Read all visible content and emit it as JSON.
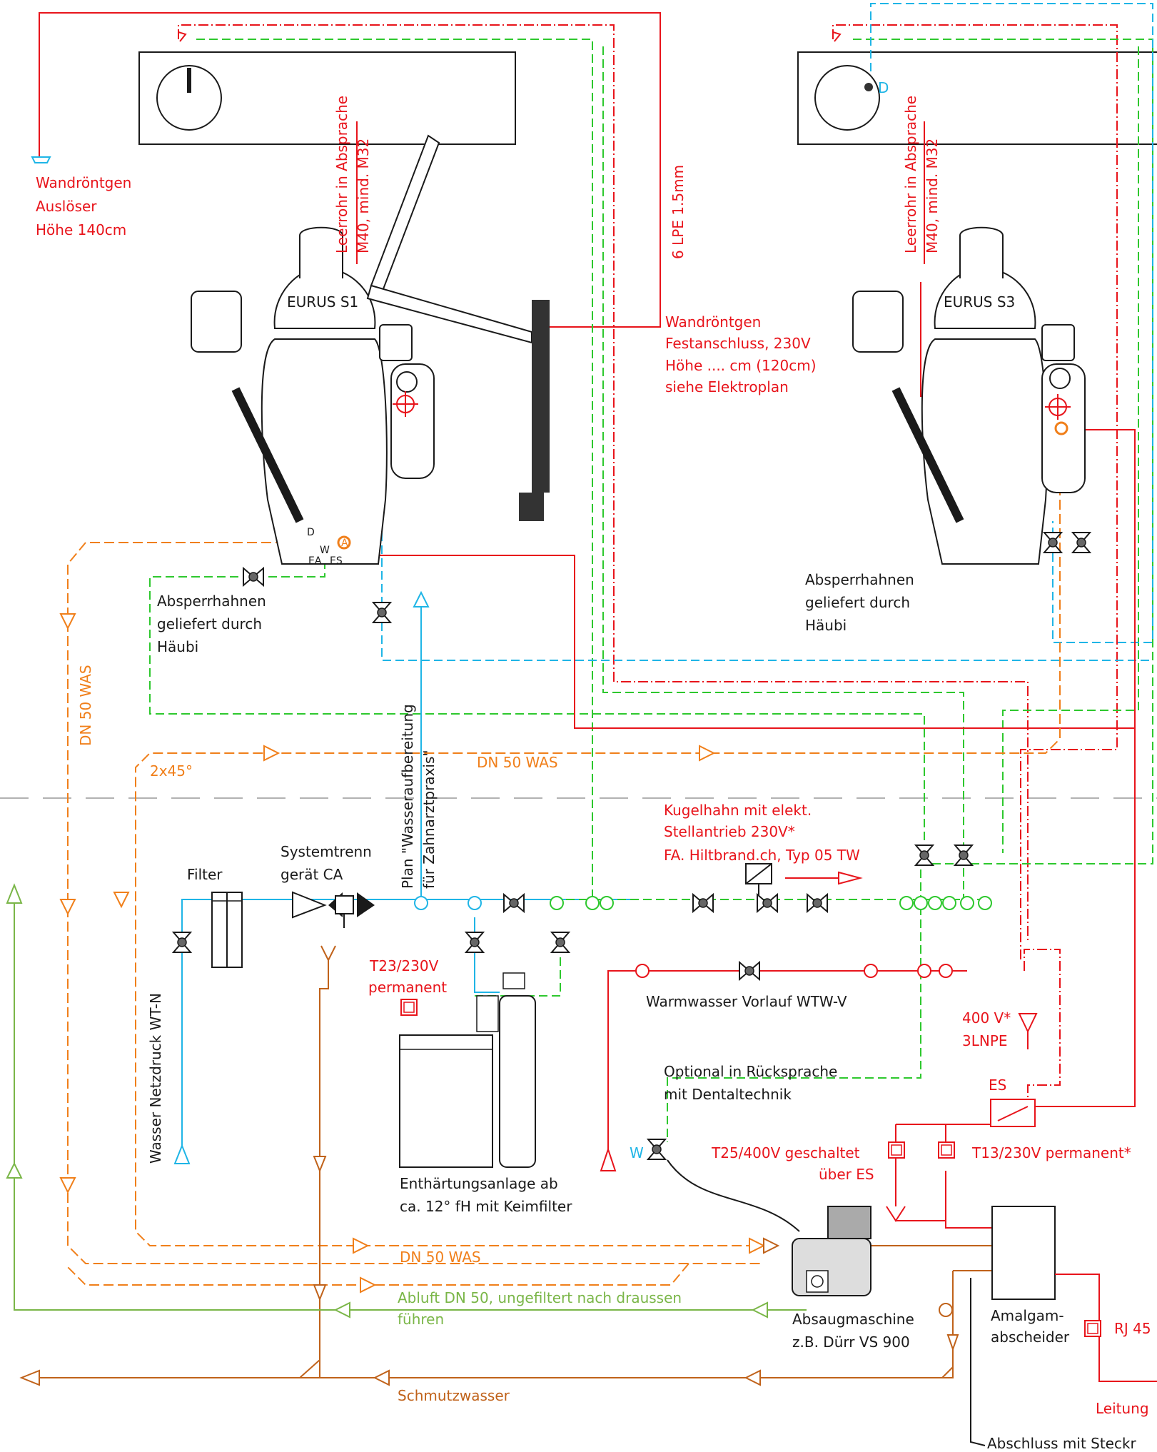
{
  "units": {
    "s1": "EURUS S1",
    "s3": "EURUS S3"
  },
  "labels": {
    "xray_trigger": [
      "Wandröntgen",
      "Auslöser",
      "Höhe 140cm"
    ],
    "conduit_s1": [
      "Leerrohr in Absprache",
      "M40, mind. M32"
    ],
    "conduit_s3": [
      "Leerrohr in Absprache",
      "M40, mind. M32"
    ],
    "lpe": "6 LPE 1.5mm",
    "xray_fixed": [
      "Wandröntgen",
      "Festanschluss, 230V",
      "Höhe .... cm (120cm)",
      "siehe Elektroplan"
    ],
    "shutoff_s1": [
      "Absperrhahnen",
      "geliefert durch",
      "Häubi"
    ],
    "shutoff_s3": [
      "Absperrhahnen",
      "geliefert durch",
      "Häubi"
    ],
    "dn50_vertical": "DN 50 WAS",
    "angle": "2x45°",
    "dn50_mid": "DN 50 WAS",
    "plan_water": [
      "Plan \"Wasseraufbereitung",
      "für Zahnarztpraxis\""
    ],
    "ball_valve": [
      "Kugelhahn mit elekt.",
      "Stellantrieb 230V*",
      "FA. Hiltbrand.ch, Typ 05 TW"
    ],
    "filter": "Filter",
    "separator": [
      "Systemtrenn",
      "gerät CA"
    ],
    "water_main": "Wasser Netzdruck WT-N",
    "t23": [
      "T23/230V",
      "permanent"
    ],
    "warm_water": "Warmwasser Vorlauf WTW-V",
    "power_400": [
      "400 V*",
      "3LNPE"
    ],
    "es": "ES",
    "optional": [
      "Optional in Rücksprache",
      "mit Dentaltechnik"
    ],
    "w": "W",
    "t25": [
      "T25/400V geschaltet",
      "über ES"
    ],
    "t13": "T13/230V permanent*",
    "softener": [
      "Enthärtungsanlage ab",
      "ca. 12° fH mit Keimfilter"
    ],
    "dn50_bottom": "DN 50 WAS",
    "exhaust": [
      "Abluft DN 50, ungefiltert nach draussen",
      "führen"
    ],
    "suction": [
      "Absaugmaschine",
      "z.B. Dürr VS 900"
    ],
    "amalgam": [
      "Amalgam-",
      "abscheider"
    ],
    "rj45": "RJ 45",
    "waste": "Schmutzwasser",
    "cable": "Leitung",
    "termination": "Abschluss mit Steckr",
    "d_letter": "D",
    "port_labels": [
      "D",
      "A",
      "W",
      "EA",
      "ES"
    ]
  },
  "colors": {
    "red": "#e8141b",
    "orange": "#f07f1a",
    "green": "#2ec82e",
    "lightgreen": "#7ab648",
    "brown": "#c0621a",
    "blue": "#1fb5e6",
    "black": "#1a1a1a"
  }
}
